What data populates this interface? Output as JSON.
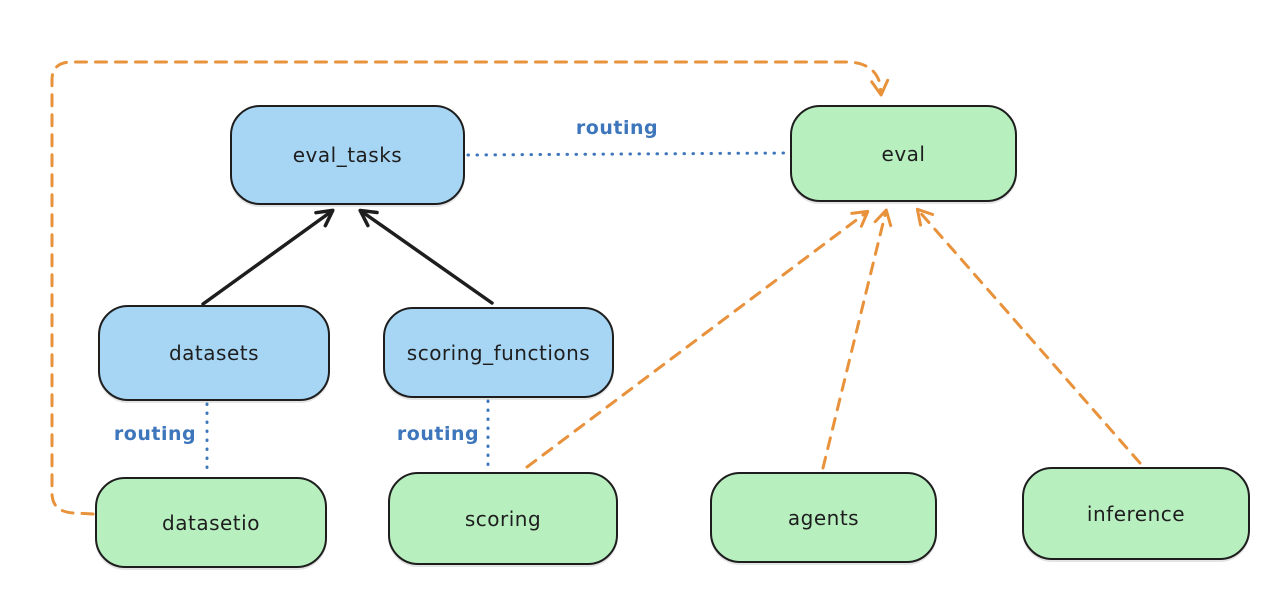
{
  "diagram": {
    "type": "architecture-routing-diagram",
    "nodes": {
      "eval_tasks": {
        "label": "eval_tasks",
        "kind": "api",
        "fill": "#a7d6f5"
      },
      "eval": {
        "label": "eval",
        "kind": "provider",
        "fill": "#b7efbf"
      },
      "datasets": {
        "label": "datasets",
        "kind": "api",
        "fill": "#a7d6f5"
      },
      "scoring_functions": {
        "label": "scoring_functions",
        "kind": "api",
        "fill": "#a7d6f5"
      },
      "datasetio": {
        "label": "datasetio",
        "kind": "provider",
        "fill": "#b7efbf"
      },
      "scoring": {
        "label": "scoring",
        "kind": "provider",
        "fill": "#b7efbf"
      },
      "agents": {
        "label": "agents",
        "kind": "provider",
        "fill": "#b7efbf"
      },
      "inference": {
        "label": "inference",
        "kind": "provider",
        "fill": "#b7efbf"
      }
    },
    "edges": [
      {
        "from": "datasets",
        "to": "eval_tasks",
        "style": "solid",
        "color": "#1e1e1e",
        "arrow": true,
        "label": ""
      },
      {
        "from": "scoring_functions",
        "to": "eval_tasks",
        "style": "solid",
        "color": "#1e1e1e",
        "arrow": true,
        "label": ""
      },
      {
        "from": "eval_tasks",
        "to": "eval",
        "style": "dotted",
        "color": "#3e76bc",
        "arrow": false,
        "label": "routing"
      },
      {
        "from": "datasets",
        "to": "datasetio",
        "style": "dotted",
        "color": "#3e76bc",
        "arrow": false,
        "label": "routing"
      },
      {
        "from": "scoring_functions",
        "to": "scoring",
        "style": "dotted",
        "color": "#3e76bc",
        "arrow": false,
        "label": "routing"
      },
      {
        "from": "datasetio",
        "to": "eval",
        "style": "dashed",
        "color": "#e8923c",
        "arrow": true,
        "label": "",
        "route": "around-left-and-top"
      },
      {
        "from": "scoring",
        "to": "eval",
        "style": "dashed",
        "color": "#e8923c",
        "arrow": true,
        "label": ""
      },
      {
        "from": "agents",
        "to": "eval",
        "style": "dashed",
        "color": "#e8923c",
        "arrow": true,
        "label": ""
      },
      {
        "from": "inference",
        "to": "eval",
        "style": "dashed",
        "color": "#e8923c",
        "arrow": true,
        "label": ""
      }
    ],
    "colors": {
      "background": "#ffffff",
      "node_border": "#1e1e1e",
      "api_fill_blue": "#a7d6f5",
      "provider_fill_green": "#b7efbf",
      "routing_blue": "#3e76bc",
      "dependency_orange": "#e8923c",
      "solid_arrow_black": "#1e1e1e"
    }
  }
}
